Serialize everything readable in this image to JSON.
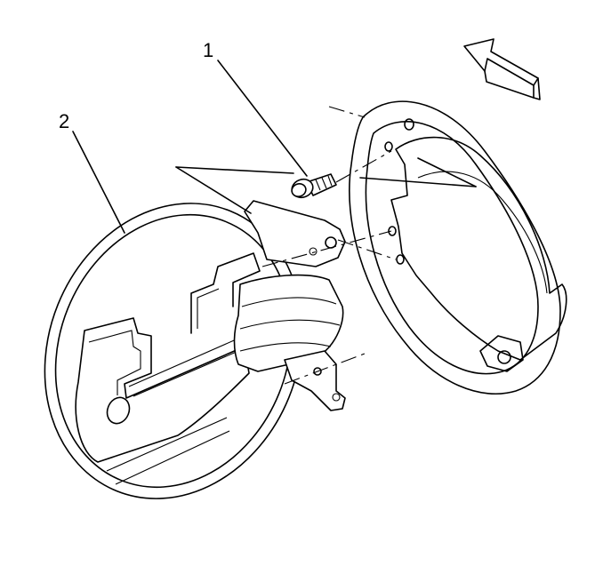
{
  "callouts": [
    {
      "id": "1",
      "label": "1"
    },
    {
      "id": "2",
      "label": "2"
    }
  ],
  "icons": {
    "direction_arrow": "view-direction-arrow-icon"
  }
}
